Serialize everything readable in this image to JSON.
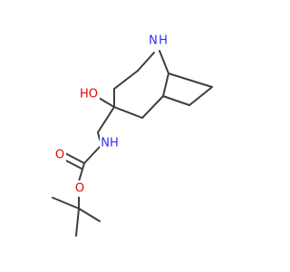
{
  "colors": {
    "bond": "#3d3d3d",
    "nitrogen": "#2e2ef5",
    "oxygen": "#e60000",
    "background": "#ffffff"
  },
  "atoms": {
    "bridge_nh": "N",
    "bridge_nh_h": "H",
    "hydroxyl": "HO",
    "carbamate_nh": "NH",
    "carbonyl_o": "O",
    "ester_o": "O"
  }
}
